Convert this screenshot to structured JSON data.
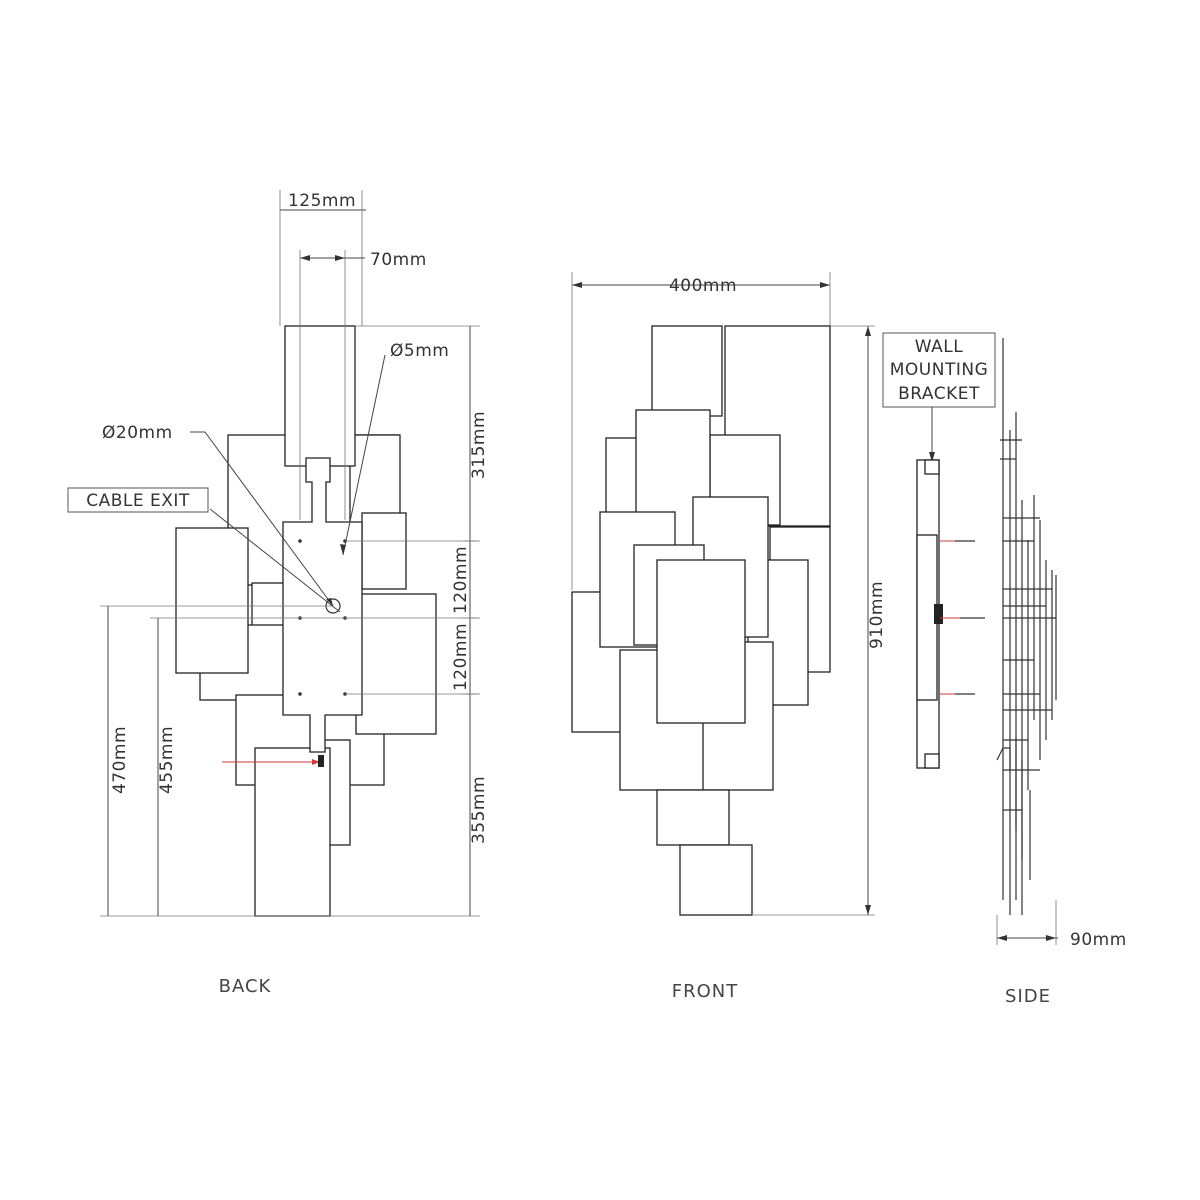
{
  "back": {
    "view_label": "BACK",
    "dim_top_width": "125mm",
    "dim_inner_width": "70mm",
    "dim_small_hole": "Ø5mm",
    "dim_large_hole": "Ø20mm",
    "cable_exit_label": "CABLE EXIT",
    "dim_315": "315mm",
    "dim_120_upper": "120mm",
    "dim_120_lower": "120mm",
    "dim_355": "355mm",
    "dim_470": "470mm",
    "dim_455": "455mm"
  },
  "front": {
    "view_label": "FRONT",
    "dim_width": "400mm",
    "dim_height": "910mm"
  },
  "side": {
    "view_label": "SIDE",
    "bracket_label_lines": [
      "WALL",
      "MOUNTING",
      "BRACKET"
    ],
    "dim_depth": "90mm"
  }
}
